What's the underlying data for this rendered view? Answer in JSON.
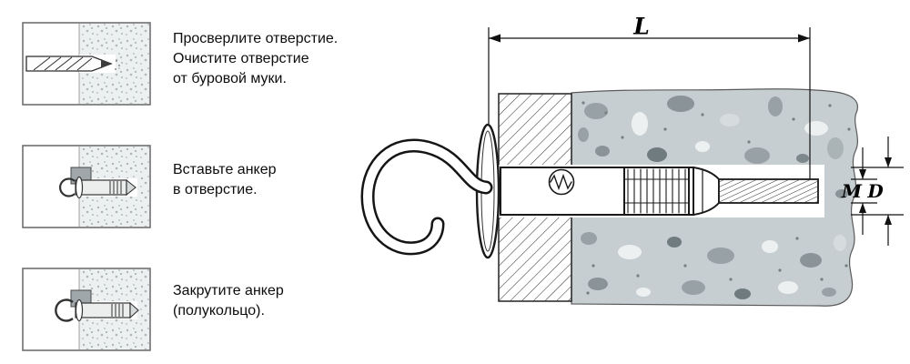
{
  "panels": [
    {
      "lines": [
        "Просверлите отверстие.",
        "Очистите отверстие",
        "от буровой муки."
      ]
    },
    {
      "lines": [
        "Вставьте анкер",
        "в отверстие."
      ]
    },
    {
      "lines": [
        "Закрутите анкер",
        "(полукольцо)."
      ]
    }
  ],
  "drawing": {
    "length_label": "L",
    "thread_label": "M",
    "diameter_label": "D"
  }
}
